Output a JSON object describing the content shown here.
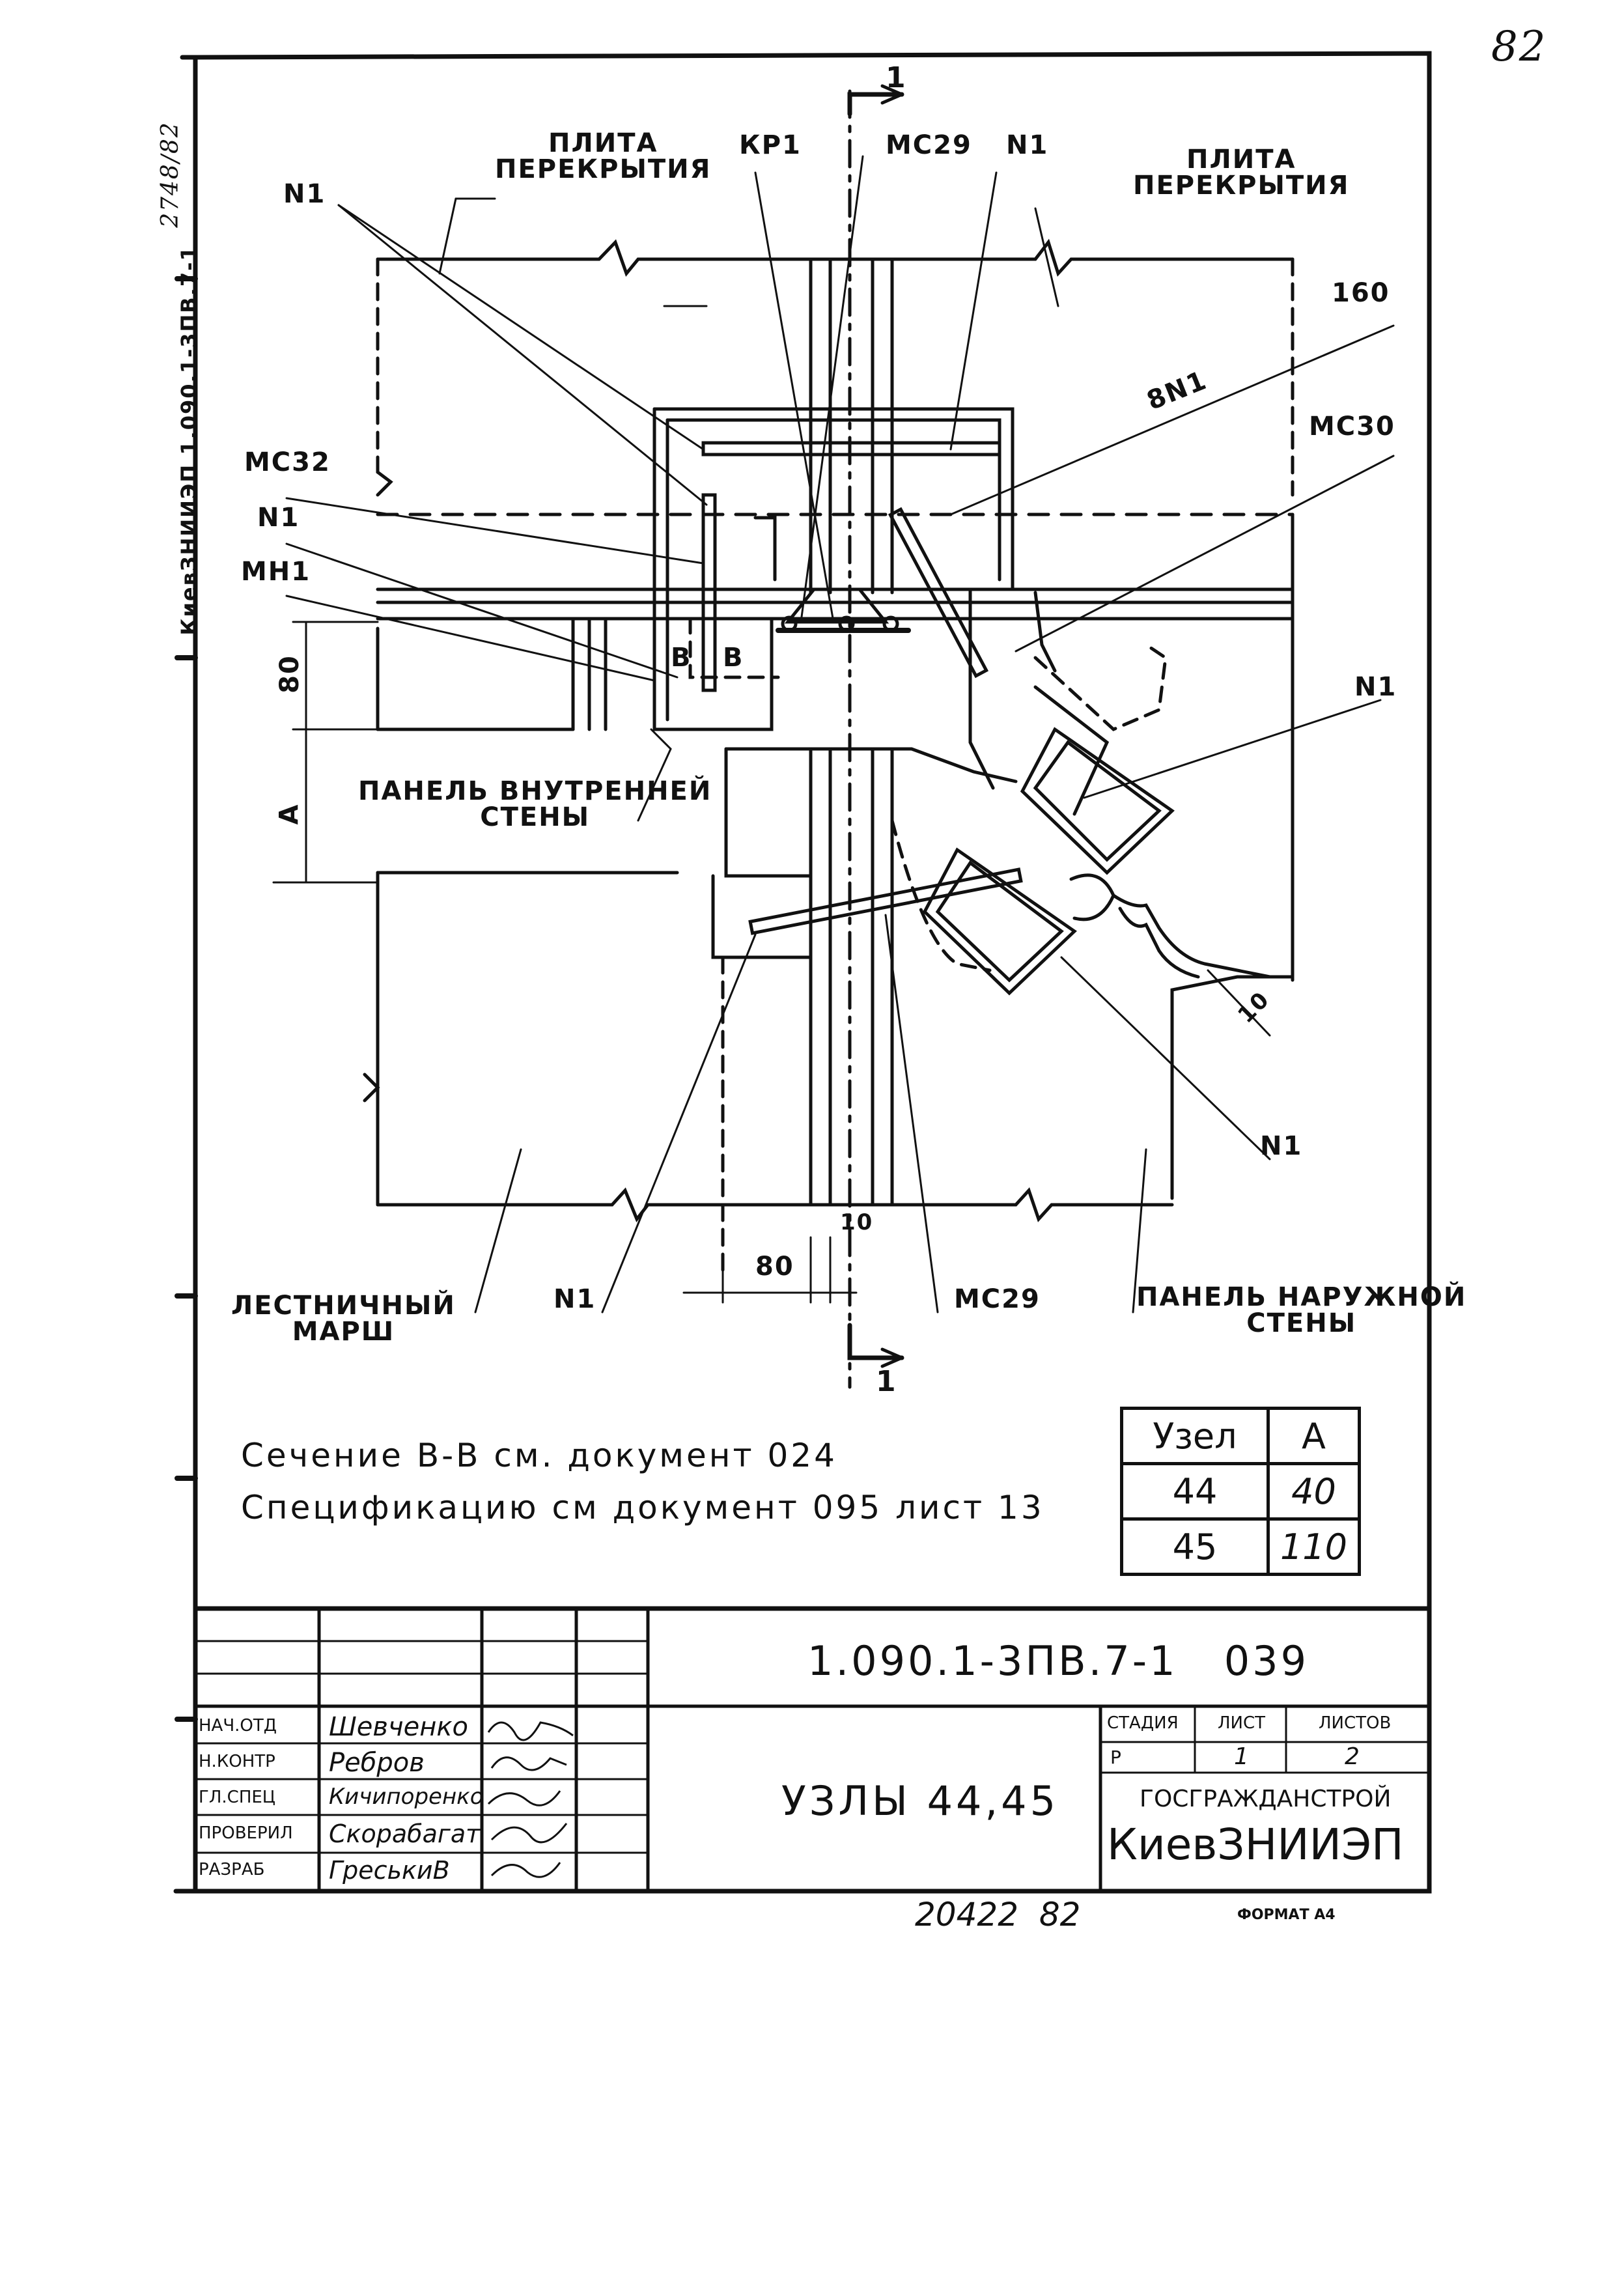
{
  "page_number": "82",
  "side_stamp": "КиевЗНИИЭП 1.090.1-3ПВ.7-1",
  "side_note": "2748/82",
  "labels": {
    "plate_left": "ПЛИТА\nПЕРЕКРЫТИЯ",
    "plate_right": "ПЛИТА\nПЕРЕКРЫТИЯ",
    "kp1": "КР1",
    "mc29_top": "МС29",
    "n1_top": "N1",
    "n1_topleft": "N1",
    "dim_160": "160",
    "n8_1": "8N1",
    "mc30": "МС30",
    "mc32": "МС32",
    "n1_left": "N1",
    "mh1": "МН1",
    "b_left": "В",
    "b_right": "В",
    "dim_80_vert": "80",
    "dim_a": "А",
    "inner_panel": "ПАНЕЛЬ ВНУТРЕННЕЙ\nСТЕНЫ",
    "n1_right": "N1",
    "dim_10_diag": "10",
    "n1_lower_right": "N1",
    "stair_flight": "ЛЕСТНИЧНЫЙ\nМАРШ",
    "n1_bottom": "N1",
    "mc29_bottom": "МС29",
    "outer_panel": "ПАНЕЛЬ НАРУЖНОЙ\nСТЕНЫ",
    "dim_80_horiz": "80",
    "dim_10_horiz": "10",
    "section_top": "1",
    "section_bottom": "1"
  },
  "notes": [
    "Сечение В-В см. документ 024",
    "Спецификацию см документ 095 лист 13"
  ],
  "node_table": {
    "headers": [
      "Узел",
      "А"
    ],
    "rows": [
      [
        "44",
        "40"
      ],
      [
        "45",
        "110"
      ]
    ]
  },
  "title_block": {
    "designation": "1.090.1-3ПВ.7-1   039",
    "title": "УЗЛЫ 44,45",
    "stage_header": "СТАДИЯ",
    "sheet_header": "ЛИСТ",
    "sheets_header": "ЛИСТОВ",
    "stage": "Р",
    "sheet": "1",
    "sheets": "2",
    "org1": "ГОСГРАЖДАНСТРОЙ",
    "org2": "КиевЗНИИЭП",
    "roles": [
      "НАЧ.ОТД",
      "Н.КОНТР",
      "ГЛ.СПЕЦ",
      "ПРОВЕРИЛ",
      "РАЗРАБ"
    ],
    "names": [
      "Шевченко",
      "Ребров",
      "Кичипоренко",
      "Скорабагат",
      "ГреськиВ"
    ]
  },
  "footer": {
    "number": "20422  82",
    "format": "ФОРМАТ А4"
  }
}
